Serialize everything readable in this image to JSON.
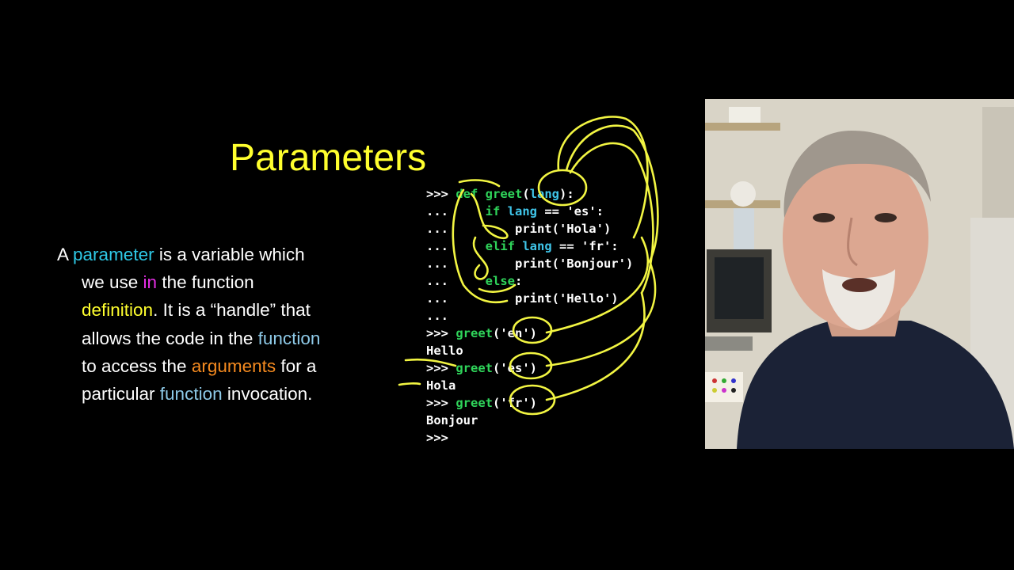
{
  "slide": {
    "title": "Parameters",
    "paragraph": [
      [
        {
          "t": "A ",
          "c": "white"
        },
        {
          "t": "parameter",
          "c": "cyan"
        },
        {
          "t": " is a variable which",
          "c": "white"
        }
      ],
      [
        {
          "t": "we use ",
          "c": "white"
        },
        {
          "t": "in",
          "c": "magenta"
        },
        {
          "t": " the function",
          "c": "white"
        }
      ],
      [
        {
          "t": "definition",
          "c": "yellow"
        },
        {
          "t": ".  It is a “handle” that",
          "c": "white"
        }
      ],
      [
        {
          "t": "allows the code in the ",
          "c": "white"
        },
        {
          "t": "function",
          "c": "blue"
        }
      ],
      [
        {
          "t": "to access the ",
          "c": "white"
        },
        {
          "t": "arguments",
          "c": "orange"
        },
        {
          "t": " for a",
          "c": "white"
        }
      ],
      [
        {
          "t": "particular ",
          "c": "white"
        },
        {
          "t": "function",
          "c": "blue"
        },
        {
          "t": " invocation.",
          "c": "white"
        }
      ]
    ]
  },
  "code_lines": [
    [
      {
        "t": ">>> ",
        "c": "p"
      },
      {
        "t": "def",
        "c": "kw"
      },
      {
        "t": " ",
        "c": "p"
      },
      {
        "t": "greet",
        "c": "kw"
      },
      {
        "t": "(",
        "c": "p"
      },
      {
        "t": "lang",
        "c": "id"
      },
      {
        "t": "):",
        "c": "p"
      }
    ],
    [
      {
        "t": "...     ",
        "c": "p"
      },
      {
        "t": "if",
        "c": "kw"
      },
      {
        "t": " ",
        "c": "p"
      },
      {
        "t": "lang",
        "c": "id"
      },
      {
        "t": " == 'es':",
        "c": "p"
      }
    ],
    [
      {
        "t": "...         print('Hola')",
        "c": "p"
      }
    ],
    [
      {
        "t": "...     ",
        "c": "p"
      },
      {
        "t": "elif",
        "c": "kw"
      },
      {
        "t": " ",
        "c": "p"
      },
      {
        "t": "lang",
        "c": "id"
      },
      {
        "t": " == 'fr':",
        "c": "p"
      }
    ],
    [
      {
        "t": "...         print('Bonjour')",
        "c": "p"
      }
    ],
    [
      {
        "t": "...     ",
        "c": "p"
      },
      {
        "t": "else",
        "c": "kw"
      },
      {
        "t": ":",
        "c": "p"
      }
    ],
    [
      {
        "t": "...         print('Hello')",
        "c": "p"
      }
    ],
    [
      {
        "t": "...",
        "c": "p"
      }
    ],
    [
      {
        "t": ">>> ",
        "c": "p"
      },
      {
        "t": "greet",
        "c": "kw"
      },
      {
        "t": "('en')",
        "c": "p"
      }
    ],
    [
      {
        "t": "Hello",
        "c": "p"
      }
    ],
    [
      {
        "t": ">>> ",
        "c": "p"
      },
      {
        "t": "greet",
        "c": "kw"
      },
      {
        "t": "('es')",
        "c": "p"
      }
    ],
    [
      {
        "t": "Hola",
        "c": "p"
      }
    ],
    [
      {
        "t": ">>> ",
        "c": "p"
      },
      {
        "t": "greet",
        "c": "kw"
      },
      {
        "t": "('fr')",
        "c": "p"
      }
    ],
    [
      {
        "t": "Bonjour",
        "c": "p"
      }
    ],
    [
      {
        "t": ">>>",
        "c": "p"
      }
    ]
  ],
  "colors": {
    "background": "#000000",
    "title": "#ffff2e",
    "annotation_ink": "#f2f542",
    "keyword": "#2fd45a",
    "identifier": "#3fc4e8"
  },
  "webcam": {
    "description_icon": "presenter-webcam"
  }
}
